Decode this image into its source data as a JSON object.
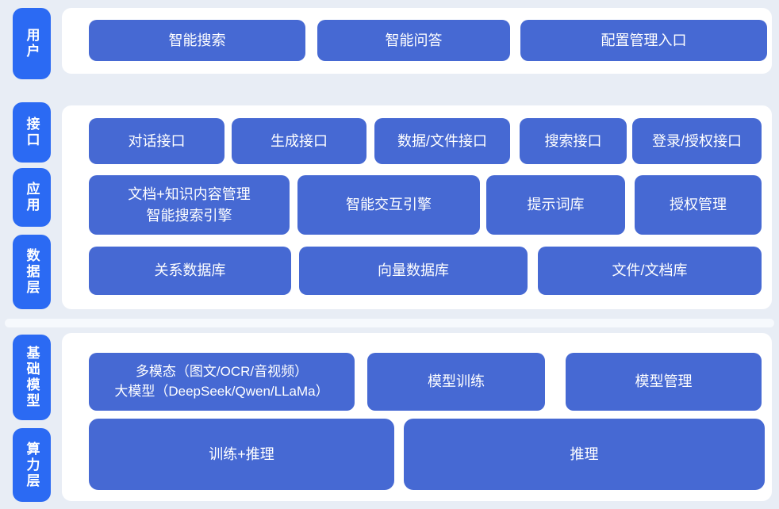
{
  "colors": {
    "background": "#e8edf5",
    "panel": "#ffffff",
    "side_label_blue": "#2b6af3",
    "box_blue": "#4669d3",
    "box_text": "#ffffff"
  },
  "side_labels": [
    {
      "text": "用户"
    },
    {
      "text": "接口"
    },
    {
      "text": "应用"
    },
    {
      "text": "数据层"
    },
    {
      "text": "基础模型"
    },
    {
      "text": "算力层"
    }
  ],
  "rows": {
    "user": [
      "智能搜索",
      "智能问答",
      "配置管理入口"
    ],
    "interface": [
      "对话接口",
      "生成接口",
      "数据/文件接口",
      "搜索接口",
      "登录/授权接口"
    ],
    "application": {
      "doc_box": {
        "line1": "文档+知识内容管理",
        "line2": "智能搜索引擎"
      },
      "others": [
        "智能交互引擎",
        "提示词库",
        "授权管理"
      ]
    },
    "data": [
      "关系数据库",
      "向量数据库",
      "文件/文档库"
    ],
    "foundation": {
      "model_box": {
        "line1": "多模态（图文/OCR/音视频）",
        "line2": "大模型（DeepSeek/Qwen/LLaMa）"
      },
      "others": [
        "模型训练",
        "模型管理"
      ]
    },
    "compute": [
      "训练+推理",
      "推理"
    ]
  }
}
